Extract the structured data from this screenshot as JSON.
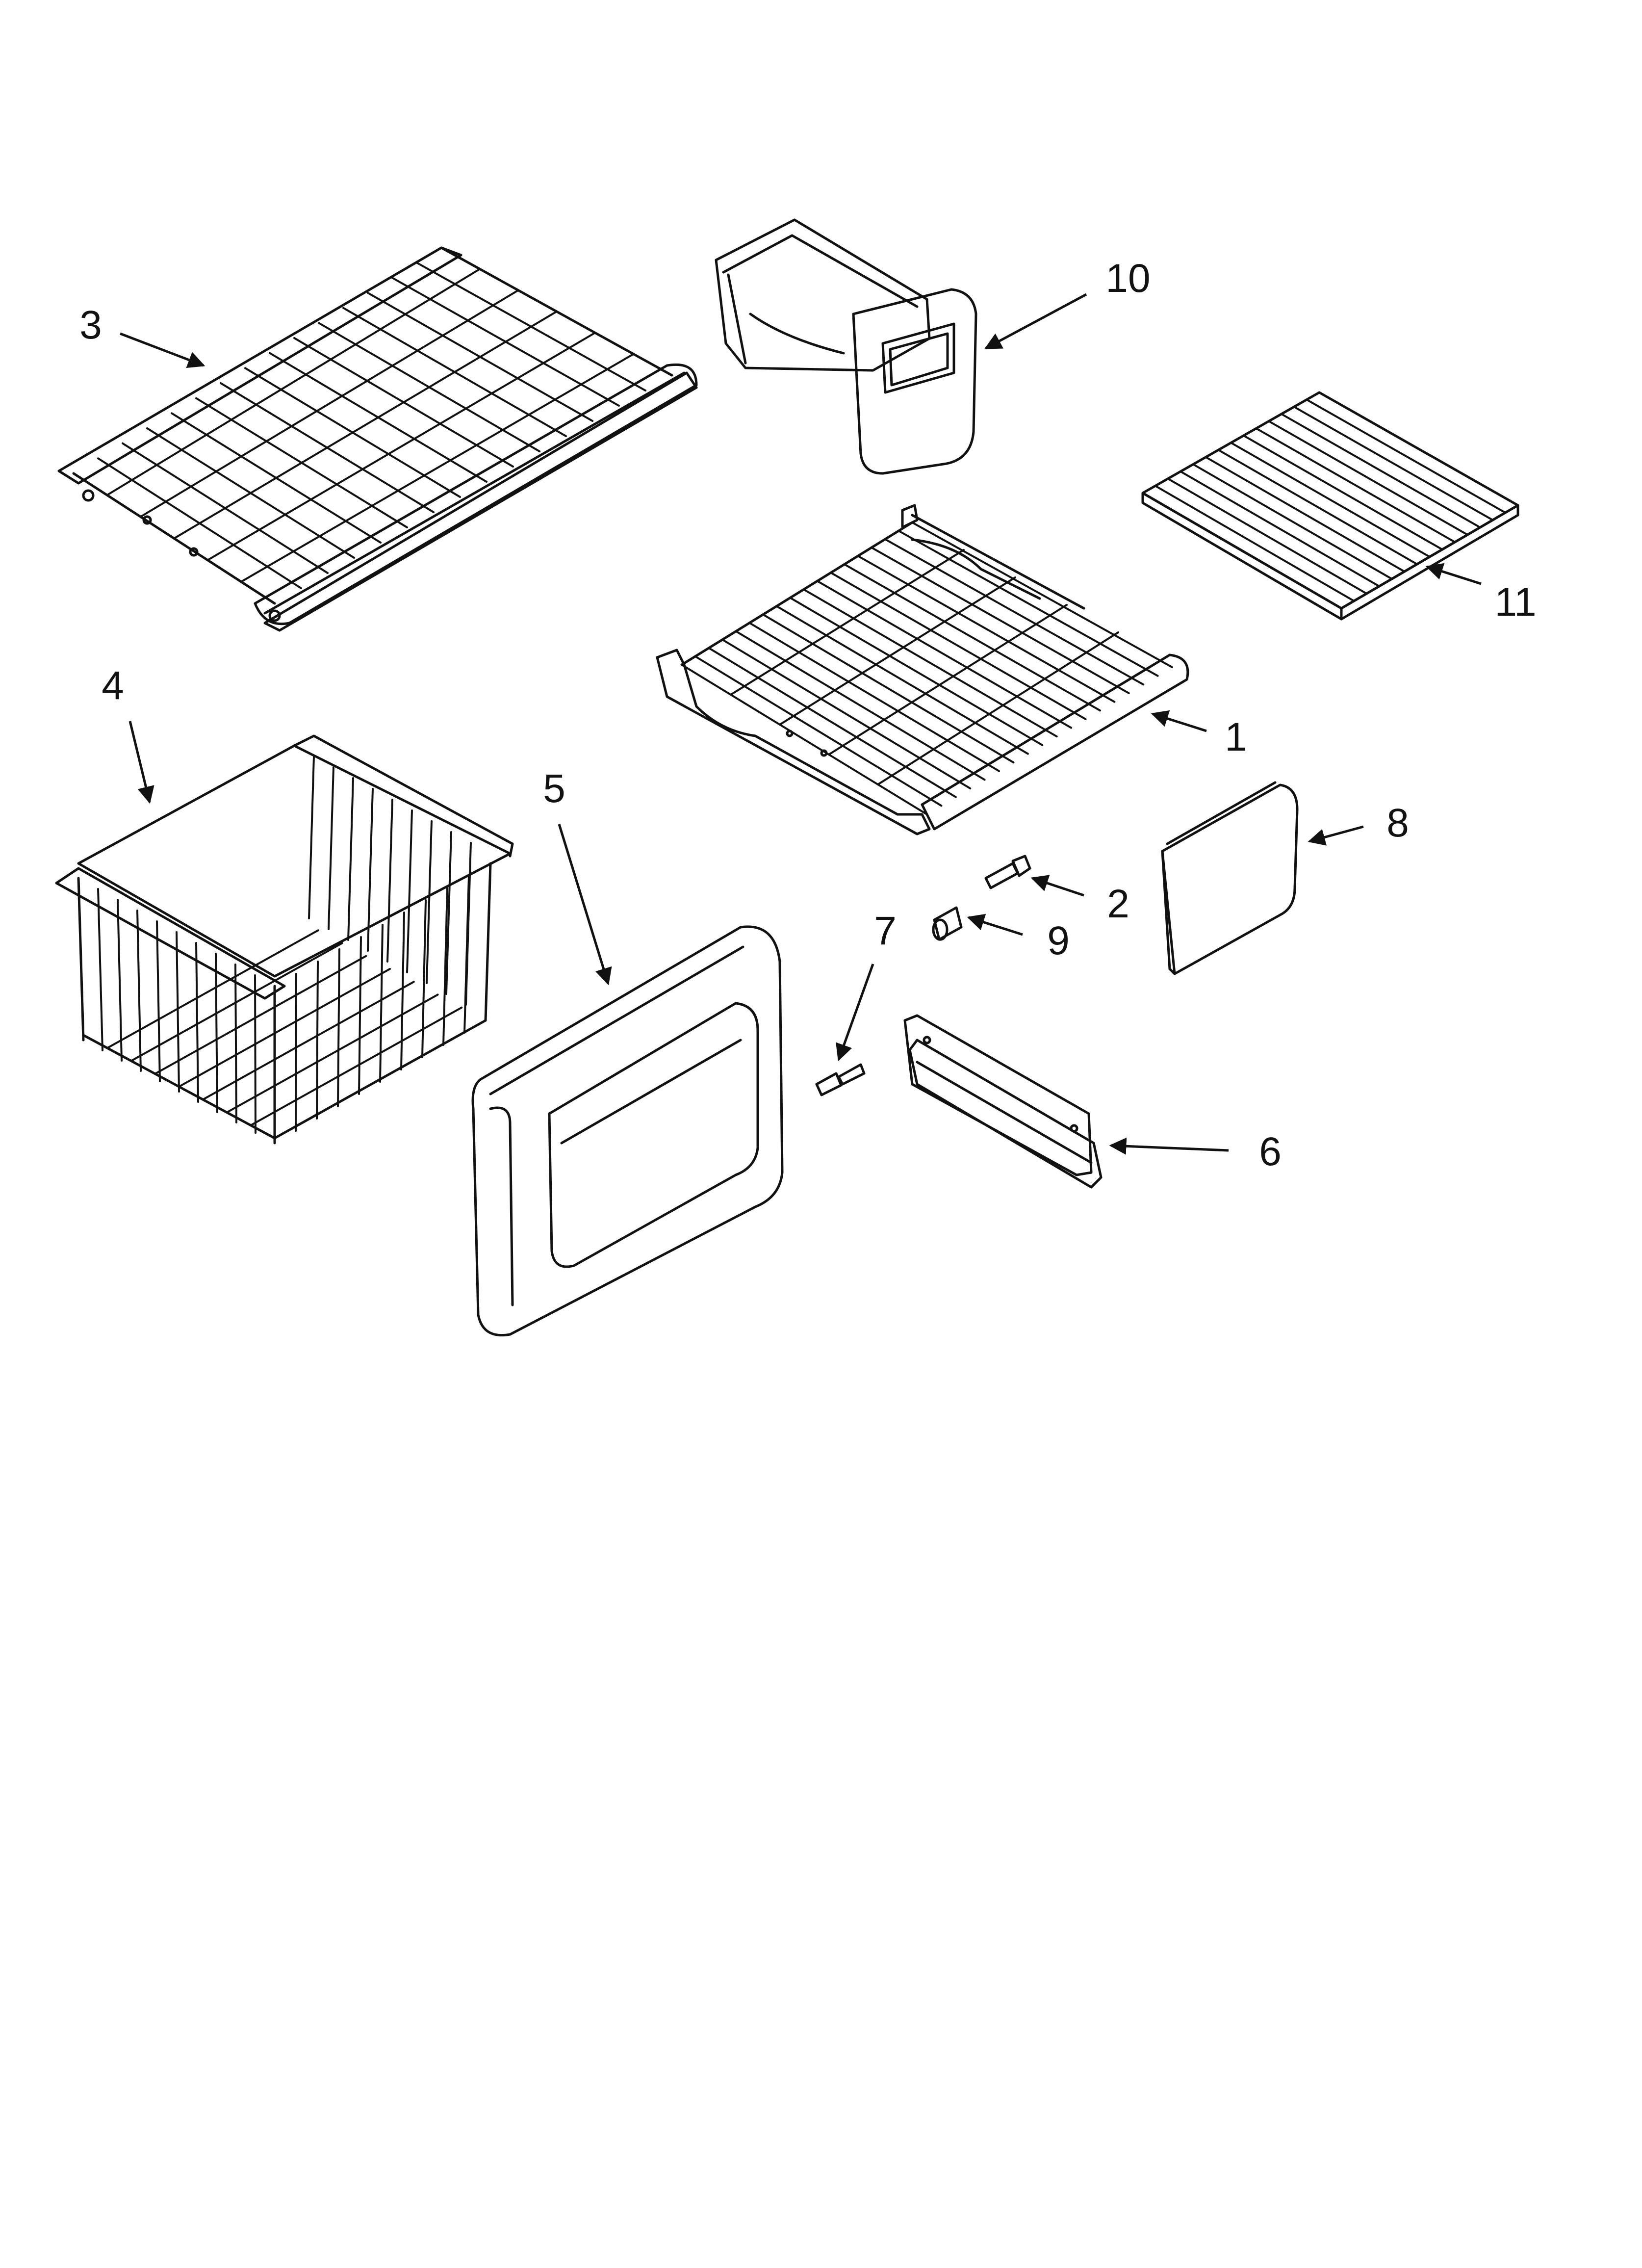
{
  "diagram": {
    "callouts": [
      {
        "id": "shelf-glass-slide",
        "label": "1"
      },
      {
        "id": "screw-small",
        "label": "2"
      },
      {
        "id": "wire-shelf-large",
        "label": "3"
      },
      {
        "id": "wire-basket",
        "label": "4"
      },
      {
        "id": "drawer-front",
        "label": "5"
      },
      {
        "id": "slide-rail",
        "label": "6"
      },
      {
        "id": "screw-rail",
        "label": "7"
      },
      {
        "id": "cover-panel",
        "label": "8"
      },
      {
        "id": "spacer",
        "label": "9"
      },
      {
        "id": "storage-bin",
        "label": "10"
      },
      {
        "id": "wire-shelf-small",
        "label": "11"
      }
    ]
  },
  "colors": {
    "ink": "#111111",
    "background": "#ffffff",
    "face_fill": "#e6e6e6",
    "dark_fill": "#555555"
  }
}
